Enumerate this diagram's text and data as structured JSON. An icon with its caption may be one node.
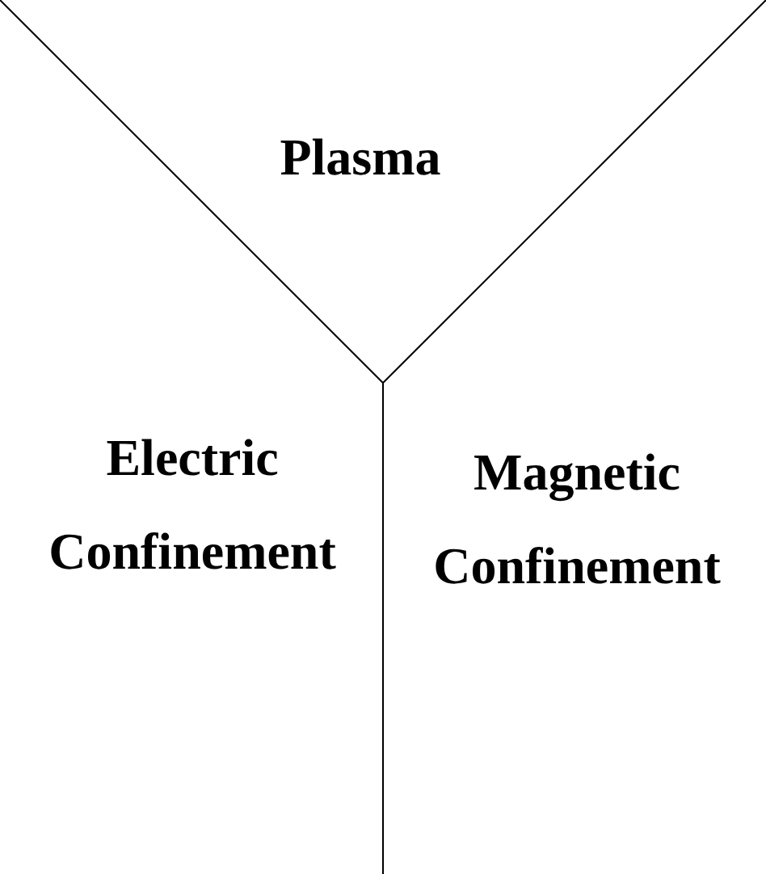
{
  "diagram": {
    "labels": [
      "Plasma",
      "Electric Confinement",
      "Magnetic Confinement"
    ]
  }
}
